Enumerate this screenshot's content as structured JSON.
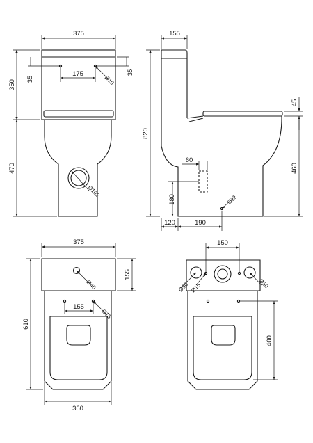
{
  "front_view": {
    "width_top": "375",
    "cistern_height": "350",
    "bowl_height": "470",
    "inset_left": "35",
    "inset_right": "35",
    "hole_spacing": "175",
    "hole_dia": "Ø10",
    "outlet_dia": "Ø102"
  },
  "side_view": {
    "cistern_depth": "155",
    "total_height": "820",
    "lid_thickness": "45",
    "inlet_height": "460",
    "outlet_size": "60",
    "outlet_height": "180",
    "back_offset": "120",
    "fix_offset": "190",
    "fix_dia": "Ø11"
  },
  "top_view": {
    "width": "375",
    "cistern_depth": "155",
    "length": "610",
    "base_width": "360",
    "hole_spacing": "155",
    "tap_hole_dia": "Ø40",
    "fix_hole_dia": "Ø15"
  },
  "cistern_top_view": {
    "button_spacing": "150",
    "left_hole_dia": "Ø50",
    "center_hole_dia": "Ø15",
    "right_hole_dia": "Ø50",
    "seat_depth": "400"
  }
}
